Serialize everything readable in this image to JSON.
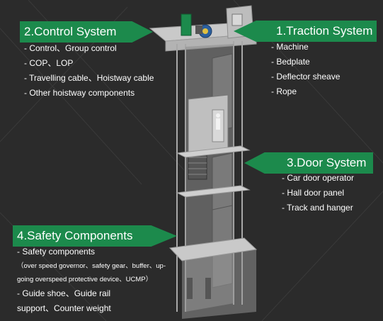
{
  "colors": {
    "background": "#2b2b2b",
    "callout_green": "#1c8a4c",
    "text": "#ffffff",
    "shaft": "#d4d4d4",
    "shaft_dark": "#9a9a9a"
  },
  "traction": {
    "title": "1.Traction System",
    "items": [
      "- Machine",
      "- Bedplate",
      "- Deflector sheave",
      "- Rope"
    ]
  },
  "control": {
    "title": "2.Control System",
    "items": [
      "- Control、Group control",
      "- COP、LOP",
      "- Travelling cable、Hoistway cable",
      "- Other hoistway components"
    ]
  },
  "door": {
    "title": "3.Door System",
    "items": [
      "- Car door operator",
      "- Hall door panel",
      "- Track and hanger"
    ]
  },
  "safety": {
    "title": "4.Safety Components",
    "items": [
      "- Safety components"
    ],
    "details": [
      "（over speed governor、safety gear、buffer、up-",
      "going overspeed protective device、UCMP）"
    ],
    "items2": [
      "- Guide shoe、Guide rail",
      "support、Counter weight"
    ]
  }
}
